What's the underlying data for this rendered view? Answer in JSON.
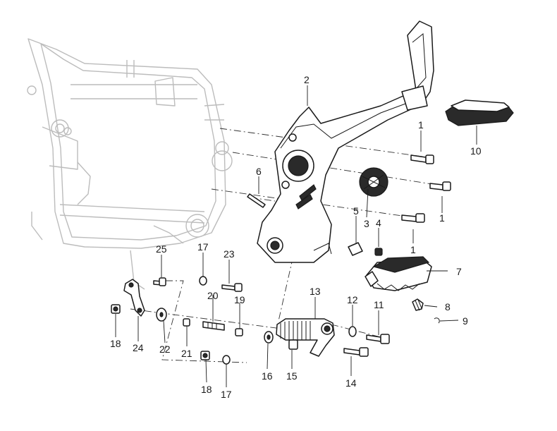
{
  "callouts": {
    "c1a": "1",
    "c1b": "1",
    "c1c": "1",
    "c2": "2",
    "c3": "3",
    "c4": "4",
    "c5": "5",
    "c6": "6",
    "c7": "7",
    "c8": "8",
    "c9": "9",
    "c10": "10",
    "c11": "11",
    "c12": "12",
    "c13": "13",
    "c14": "14",
    "c15": "15",
    "c16": "16",
    "c17a": "17",
    "c17b": "17",
    "c18a": "18",
    "c18b": "18",
    "c19": "19",
    "c20": "20",
    "c21": "21",
    "c22": "22",
    "c23": "23",
    "c24": "24",
    "c25": "25"
  }
}
